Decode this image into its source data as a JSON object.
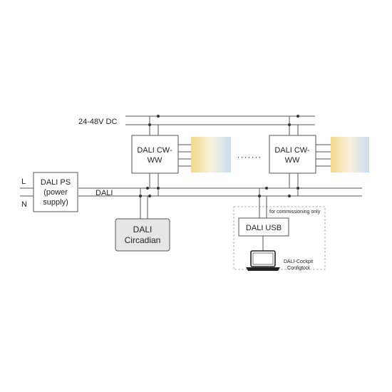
{
  "bus": {
    "dc_label": "24-48V DC",
    "dali_label": "DALI"
  },
  "mains": {
    "l_label": "L",
    "n_label": "N"
  },
  "power_supply": {
    "line1": "DALI PS",
    "line2": "(power",
    "line3": "supply)"
  },
  "drivers": [
    {
      "line1": "DALI CW-",
      "line2": "WW"
    },
    {
      "line1": "DALI CW-",
      "line2": "WW"
    }
  ],
  "ellipsis": "·······",
  "circadian": {
    "line1": "DALI",
    "line2": "Circadian"
  },
  "usb": {
    "label": "DALI USB",
    "note": "for commissioning only"
  },
  "laptop": {
    "line1": "DALI-Cockpit",
    "line2": "Configtool"
  },
  "colors": {
    "warm": "#f3d98a",
    "cool": "#c9def0",
    "grey_box": "#e6e6e6",
    "line": "#555555"
  }
}
